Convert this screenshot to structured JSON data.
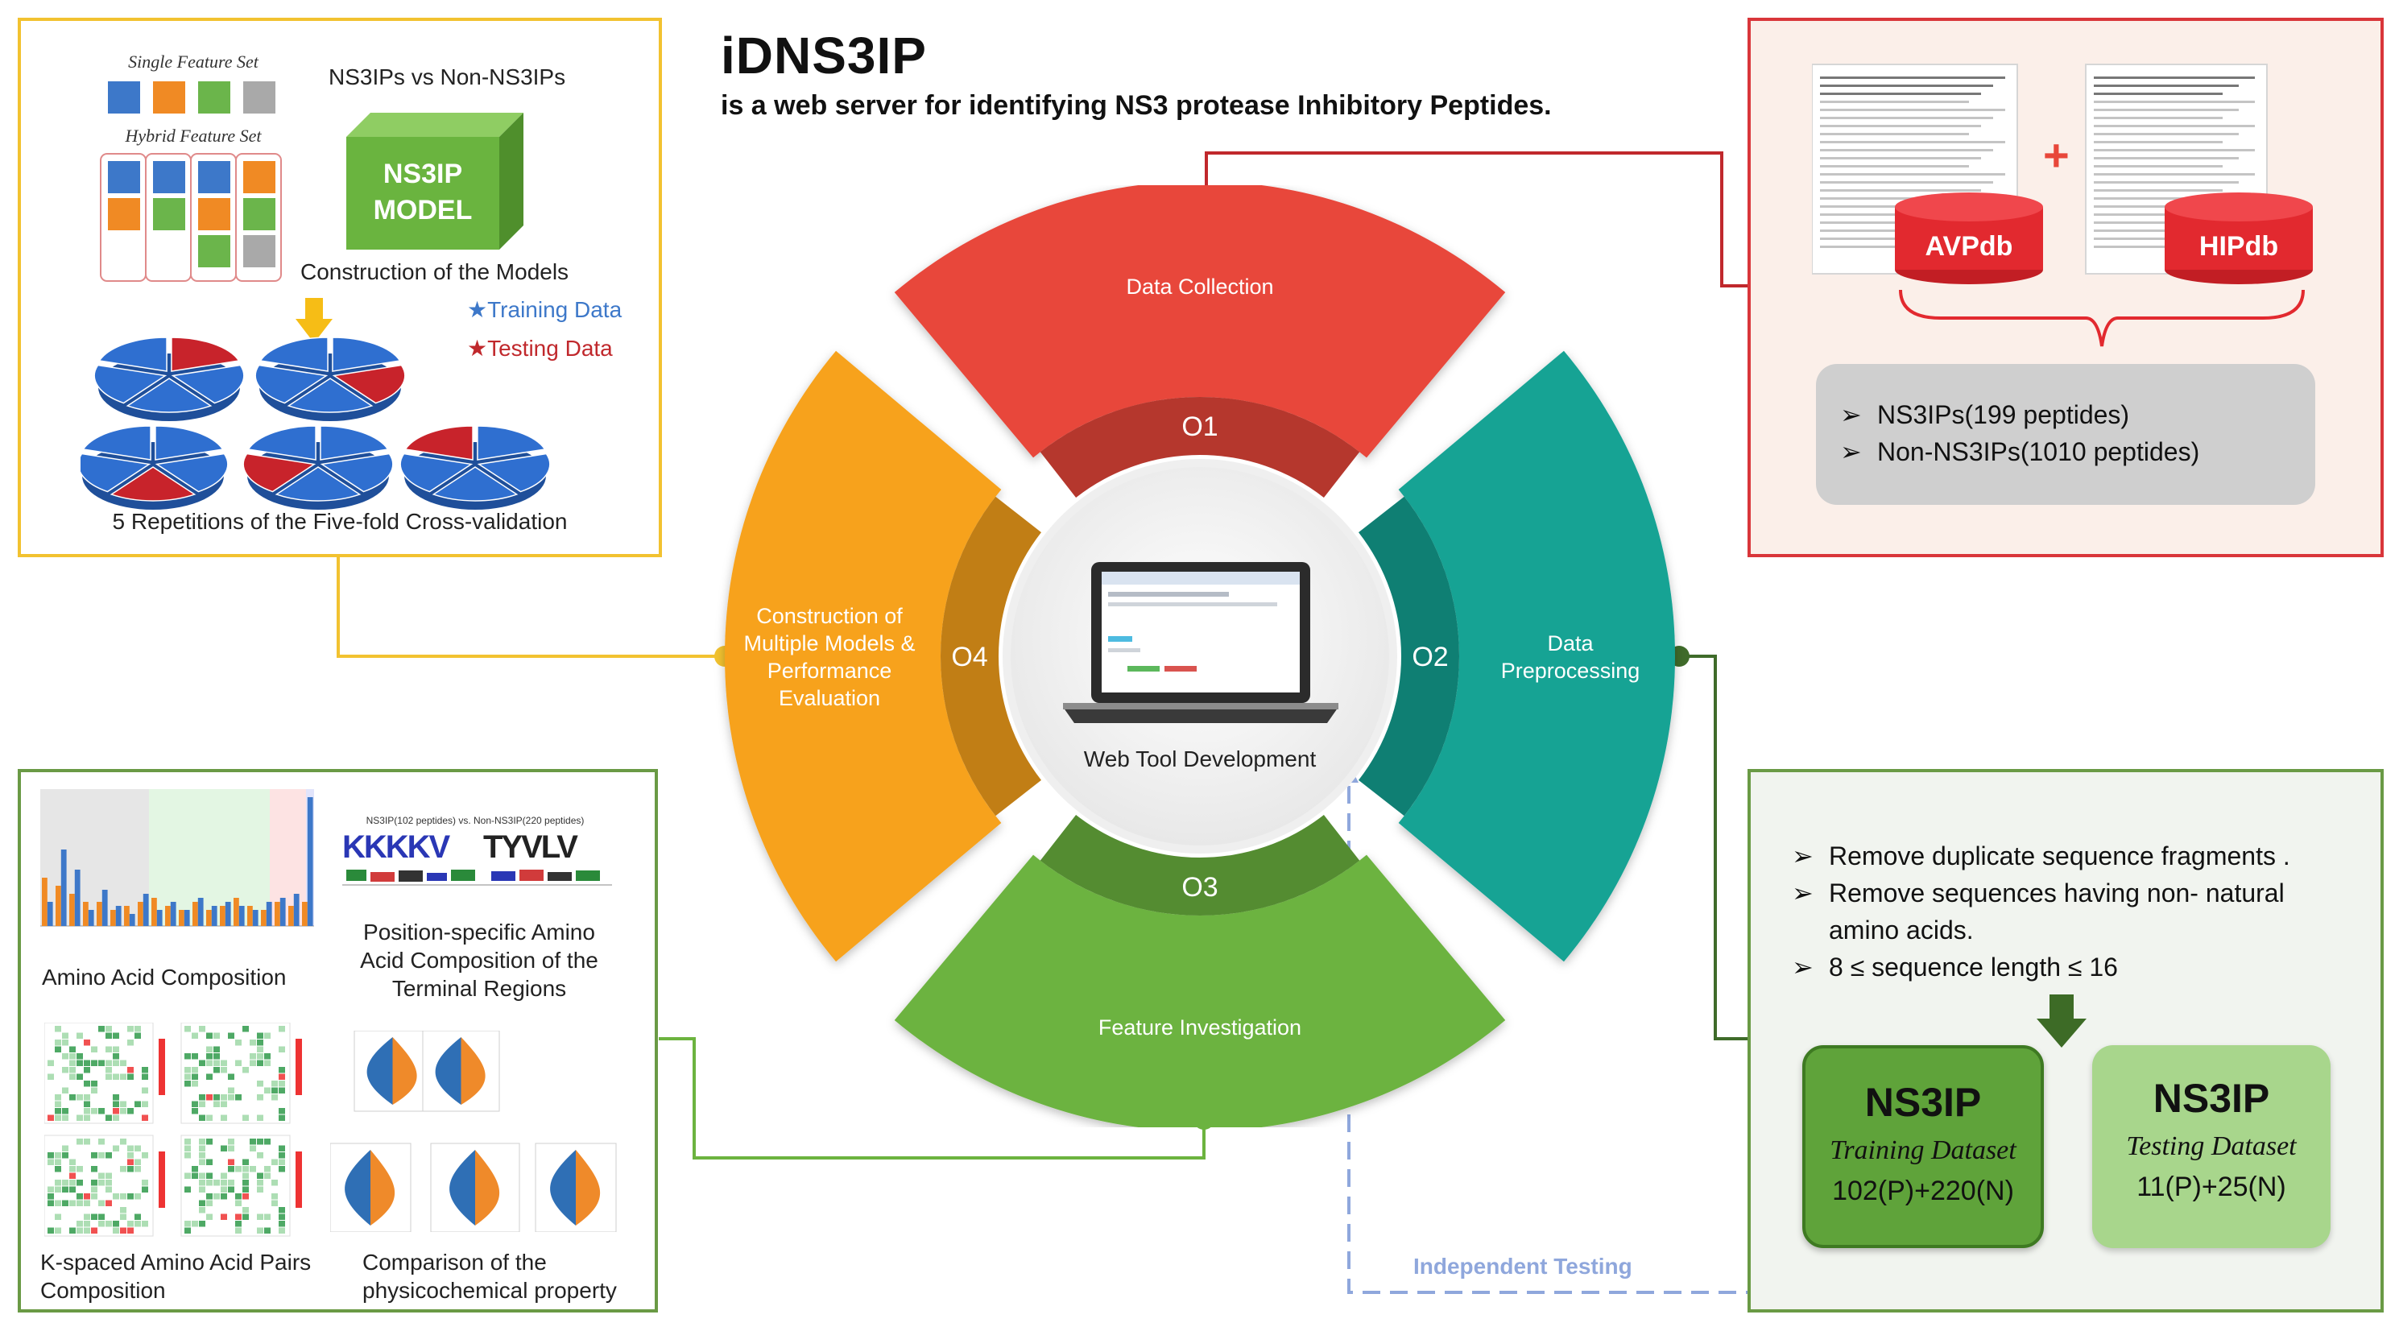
{
  "header": {
    "title": "iDNS3IP",
    "subtitle": "is a web server for identifying NS3 protease Inhibitory Peptides."
  },
  "cycle": {
    "center_label": "Web Tool Development",
    "segments": [
      {
        "num": "O1",
        "label": "Data Collection",
        "color": "#e8473a"
      },
      {
        "num": "O2",
        "label_lines": [
          "Data",
          "Preprocessing"
        ],
        "color": "#13a394"
      },
      {
        "num": "O3",
        "label": "Feature Investigation",
        "color": "#6cb33f"
      },
      {
        "num": "O4",
        "label_lines": [
          "Construction of",
          "Multiple Models &",
          "Performance",
          "Evaluation"
        ],
        "color": "#f7a21b"
      }
    ]
  },
  "data_collection_panel": {
    "db1": "AVPdb",
    "db2": "HIPdb",
    "plus": "+",
    "items": [
      "NS3IPs(199 peptides)",
      "Non-NS3IPs(1010 peptides)"
    ]
  },
  "model_panel": {
    "single_feature_label": "Single Feature Set",
    "hybrid_feature_label": "Hybrid Feature Set",
    "compare_label": "NS3IPs vs Non-NS3IPs",
    "model_box_lines": [
      "NS3IP",
      "MODEL"
    ],
    "construction_caption": "Construction of the Models",
    "training_legend": "Training Data",
    "testing_legend": "Testing Data",
    "cv_caption": "5 Repetitions of the Five-fold Cross-validation"
  },
  "feature_panel": {
    "aac_caption": "Amino Acid Composition",
    "psaac_caption_lines": [
      "Position-specific Amino",
      "Acid Composition of the",
      "Terminal Regions"
    ],
    "logo_header": "NS3IP(102 peptides) vs. Non-NS3IP(220 peptides)",
    "logo_left": "KKKKV",
    "logo_right": "TYVLV",
    "ksaap_caption_lines": [
      "K-spaced Amino Acid Pairs",
      "Composition"
    ],
    "phys_caption_lines": [
      "Comparison of the",
      "physicochemical property"
    ]
  },
  "preprocessing_panel": {
    "items": [
      [
        "Remove duplicate sequence fragments ."
      ],
      [
        "Remove sequences having non- natural",
        "amino acids."
      ],
      [
        "8 ≤ sequence length ≤ 16"
      ]
    ],
    "training": {
      "title": "NS3IP",
      "subtitle": "Training Dataset",
      "count": "102(P)+220(N)"
    },
    "testing": {
      "title": "NS3IP",
      "subtitle": "Testing Dataset",
      "count": "11(P)+25(N)"
    },
    "independent_label": "Independent Testing"
  },
  "colors": {
    "red": "#e8473a",
    "teal": "#13a394",
    "green": "#6cb33f",
    "orange": "#f7a21b",
    "dark_green": "#4b8a2c",
    "gold_border": "#f2c230",
    "red_border": "#d9363a",
    "green_border": "#6a9a45",
    "blue_dash": "#8fa7dc"
  }
}
